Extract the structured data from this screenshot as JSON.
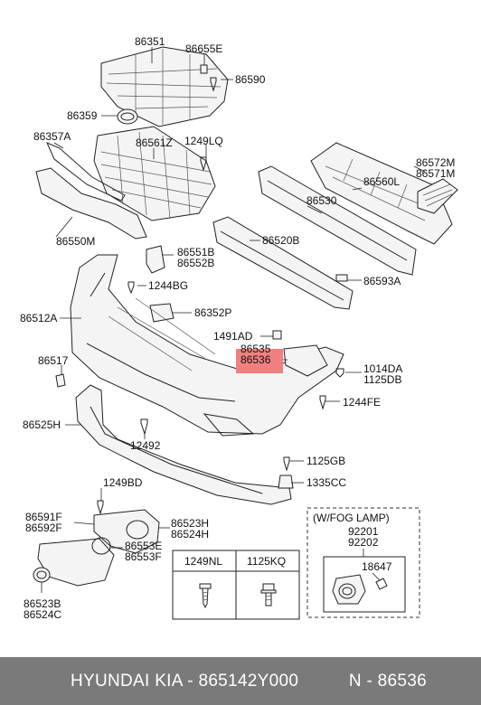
{
  "labels": {
    "l86351": "86351",
    "l86655E": "86655E",
    "l86590": "86590",
    "l86359": "86359",
    "l86357A": "86357A",
    "l86561Z": "86561Z",
    "l1249LQ": "1249LQ",
    "l86572M": "86572M",
    "l86571M": "86571M",
    "l86560L": "86560L",
    "l86530": "86530",
    "l86550M": "86550M",
    "l86520B": "86520B",
    "l86551B": "86551B",
    "l86552B": "86552B",
    "l1244BG": "1244BG",
    "l86593A": "86593A",
    "l86512A": "86512A",
    "l86352P": "86352P",
    "l1491AD": "1491AD",
    "l86535": "86535",
    "l86536": "86536",
    "l86517": "86517",
    "l1014DA": "1014DA",
    "l1125DB": "1125DB",
    "l1244FE": "1244FE",
    "l86525H": "86525H",
    "l12492": "12492",
    "l1125GB": "1125GB",
    "l1335CC": "1335CC",
    "l1249BD": "1249BD",
    "l86591F": "86591F",
    "l86592F": "86592F",
    "l86523H": "86523H",
    "l86524H": "86524H",
    "l86553E": "86553E",
    "l86553F": "86553F",
    "l86523B": "86523B",
    "l86524C": "86524C"
  },
  "fastener_table": {
    "col1": "1249NL",
    "col2": "1125KQ"
  },
  "fog_lamp_box": {
    "title": "(W/FOG LAMP)",
    "l92201": "92201",
    "l92202": "92202",
    "l18647": "18647"
  },
  "footer": {
    "left": "HYUNDAI  KIA - 865142Y000",
    "right": "N - 86536"
  },
  "colors": {
    "highlight": "#f08080",
    "footer_bg": "#7a7a7a"
  }
}
